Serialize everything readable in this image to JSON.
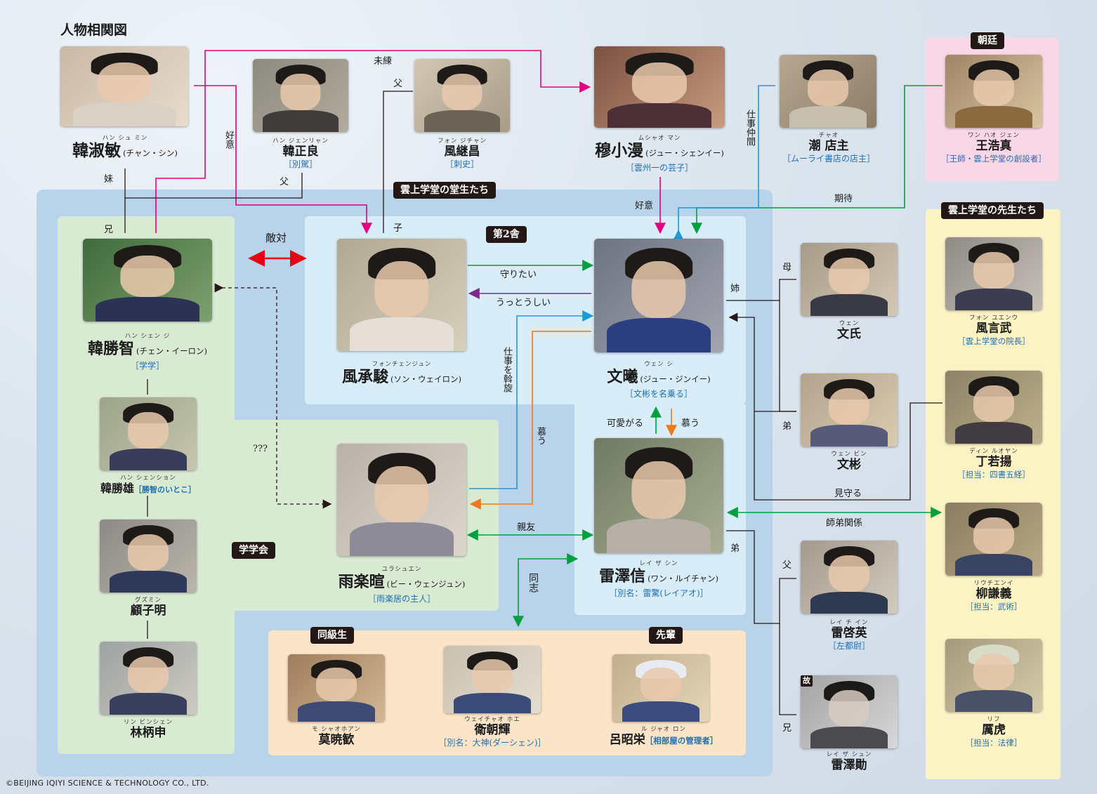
{
  "title": "人物相関図",
  "copyright": "©BEIJING IQIYI SCIENCE & TECHNOLOGY CO., LTD.",
  "groups": {
    "students": "雲上学堂の堂生たち",
    "dorm2": "第2舎",
    "gakugakukai": "学学会",
    "classmates": "同級生",
    "seniors": "先輩",
    "court": "朝廷",
    "teachers": "雲上学堂の先生たち"
  },
  "characters": {
    "han_shumin": {
      "ruby": "ハン シュ ミン",
      "name": "韓淑敏",
      "actor": "(チャン・シン)",
      "role": ""
    },
    "han_zhengliang": {
      "ruby": "ハン ジェンリャン",
      "name": "韓正良",
      "actor": "",
      "role": "［別駕］"
    },
    "feng_jichang": {
      "ruby": "フォン ジチャン",
      "name": "風継昌",
      "actor": "",
      "role": "［刺史］"
    },
    "mu_xiaoman": {
      "ruby": "ムシャオ マン",
      "name": "穆小漫",
      "actor": "(ジュー・シェンイー)",
      "role": "［雲州一の芸子］"
    },
    "chao": {
      "ruby": "チャオ",
      "name": "潮 店主",
      "actor": "",
      "role": "［ムーライ書店の店主］"
    },
    "wang_haozhen": {
      "ruby": "ワン ハオ ジェン",
      "name": "王浩真",
      "actor": "",
      "role": "［王師・雲上学堂の創設者］"
    },
    "han_shengzhi": {
      "ruby": "ハン シェン ジ",
      "name": "韓勝智",
      "actor": "(チェン・イーロン)",
      "role": "［学学］"
    },
    "han_shengxiong": {
      "ruby": "ハン シェンション",
      "name": "韓勝雄",
      "actor": "",
      "role": "［勝智のいとこ］"
    },
    "gu_ziming": {
      "ruby": "グズミン",
      "name": "顧子明",
      "actor": "",
      "role": ""
    },
    "lin_bingshen": {
      "ruby": "リン ビンシェン",
      "name": "林柄申",
      "actor": "",
      "role": ""
    },
    "feng_chengjun": {
      "ruby": "フォンチェンジュン",
      "name": "風承駿",
      "actor": "(ソン・ウェイロン)",
      "role": ""
    },
    "wen_xi": {
      "ruby": "ウェン シ",
      "name": "文曦",
      "actor": "(ジュー・ジンイー)",
      "role": "［文彬を名乗る］"
    },
    "yu_lexuan": {
      "ruby": "ユラシュエン",
      "name": "雨楽暄",
      "actor": "(ビー・ウェンジュン)",
      "role": "［雨楽居の主人］"
    },
    "lei_zexin": {
      "ruby": "レイ ザ シン",
      "name": "雷澤信",
      "actor": "(ワン・ルイチャン)",
      "role": "［別名：雷驚(レイアオ)］"
    },
    "mo_xiaohuan": {
      "ruby": "モ シャオホアン",
      "name": "莫暁歓",
      "actor": "",
      "role": ""
    },
    "wei_chaohui": {
      "ruby": "ウェイチャオ ホエ",
      "name": "衛朝輝",
      "actor": "",
      "role": "［別名：大神(ダーシェン)］"
    },
    "lu_zhaorong": {
      "ruby": "ル ジャオ ロン",
      "name": "呂昭栄",
      "actor": "",
      "role": "［相部屋の管理者］"
    },
    "wen_shi": {
      "ruby": "ウェン",
      "name": "文氏",
      "actor": "",
      "role": ""
    },
    "wen_bin": {
      "ruby": "ウェン ビン",
      "name": "文彬",
      "actor": "",
      "role": ""
    },
    "lei_qiying": {
      "ruby": "レイ チ イン",
      "name": "雷啓英",
      "actor": "",
      "role": "［左都尉］"
    },
    "lei_zexun": {
      "ruby": "レイ ザ シュン",
      "name": "雷澤勛",
      "actor": "",
      "role": ""
    },
    "feng_yanwu": {
      "ruby": "フォン ユエンウ",
      "name": "風言武",
      "actor": "",
      "role": "［雲上学堂の院長］"
    },
    "ding_ruoyang": {
      "ruby": "ディン ルオヤン",
      "name": "丁若揚",
      "actor": "",
      "role": "［担当：四書五経］"
    },
    "liu_qianyi": {
      "ruby": "リウチエンイ",
      "name": "柳謙義",
      "actor": "",
      "role": "［担当：武術］"
    },
    "li_hu": {
      "ruby": "リフ",
      "name": "厲虎",
      "actor": "",
      "role": "［担当：法律］"
    }
  },
  "relations": {
    "sister": "妹",
    "brother_elder": "兄",
    "father": "父",
    "son": "子",
    "fiance": "未練",
    "affection1": "好意",
    "affection2": "好意",
    "work_partner": "仕事仲間",
    "expect": "期待",
    "rival": "敵対",
    "protect": "守りたい",
    "annoying": "うっとうしい",
    "mediate": "仕事を斡旋",
    "adore1": "慕う",
    "adore2": "慕う",
    "cute": "可愛がる",
    "unknown": "???",
    "best_friend": "親友",
    "comrade": "同志",
    "mother": "母",
    "elder_sister": "姉",
    "younger_brother": "弟",
    "watch": "見守る",
    "master_disciple": "師弟関係",
    "younger_brother2": "弟",
    "father2": "父",
    "elder_brother2": "兄",
    "deceased": "故"
  },
  "colors": {
    "students_bg": "#b9d3ea",
    "dorm2_bg": "#d9edf9",
    "gakugakukai_bg": "#d9ead3",
    "class_bg": "#fbe4c8",
    "court_bg": "#f9d7e6",
    "teachers_bg": "#fcf3c4",
    "pink": "#e4007f",
    "red": "#e60012",
    "green": "#00a040",
    "blue": "#1d9bd8",
    "purple": "#7b2c8b",
    "orange": "#ed7a1c",
    "black": "#231815"
  }
}
